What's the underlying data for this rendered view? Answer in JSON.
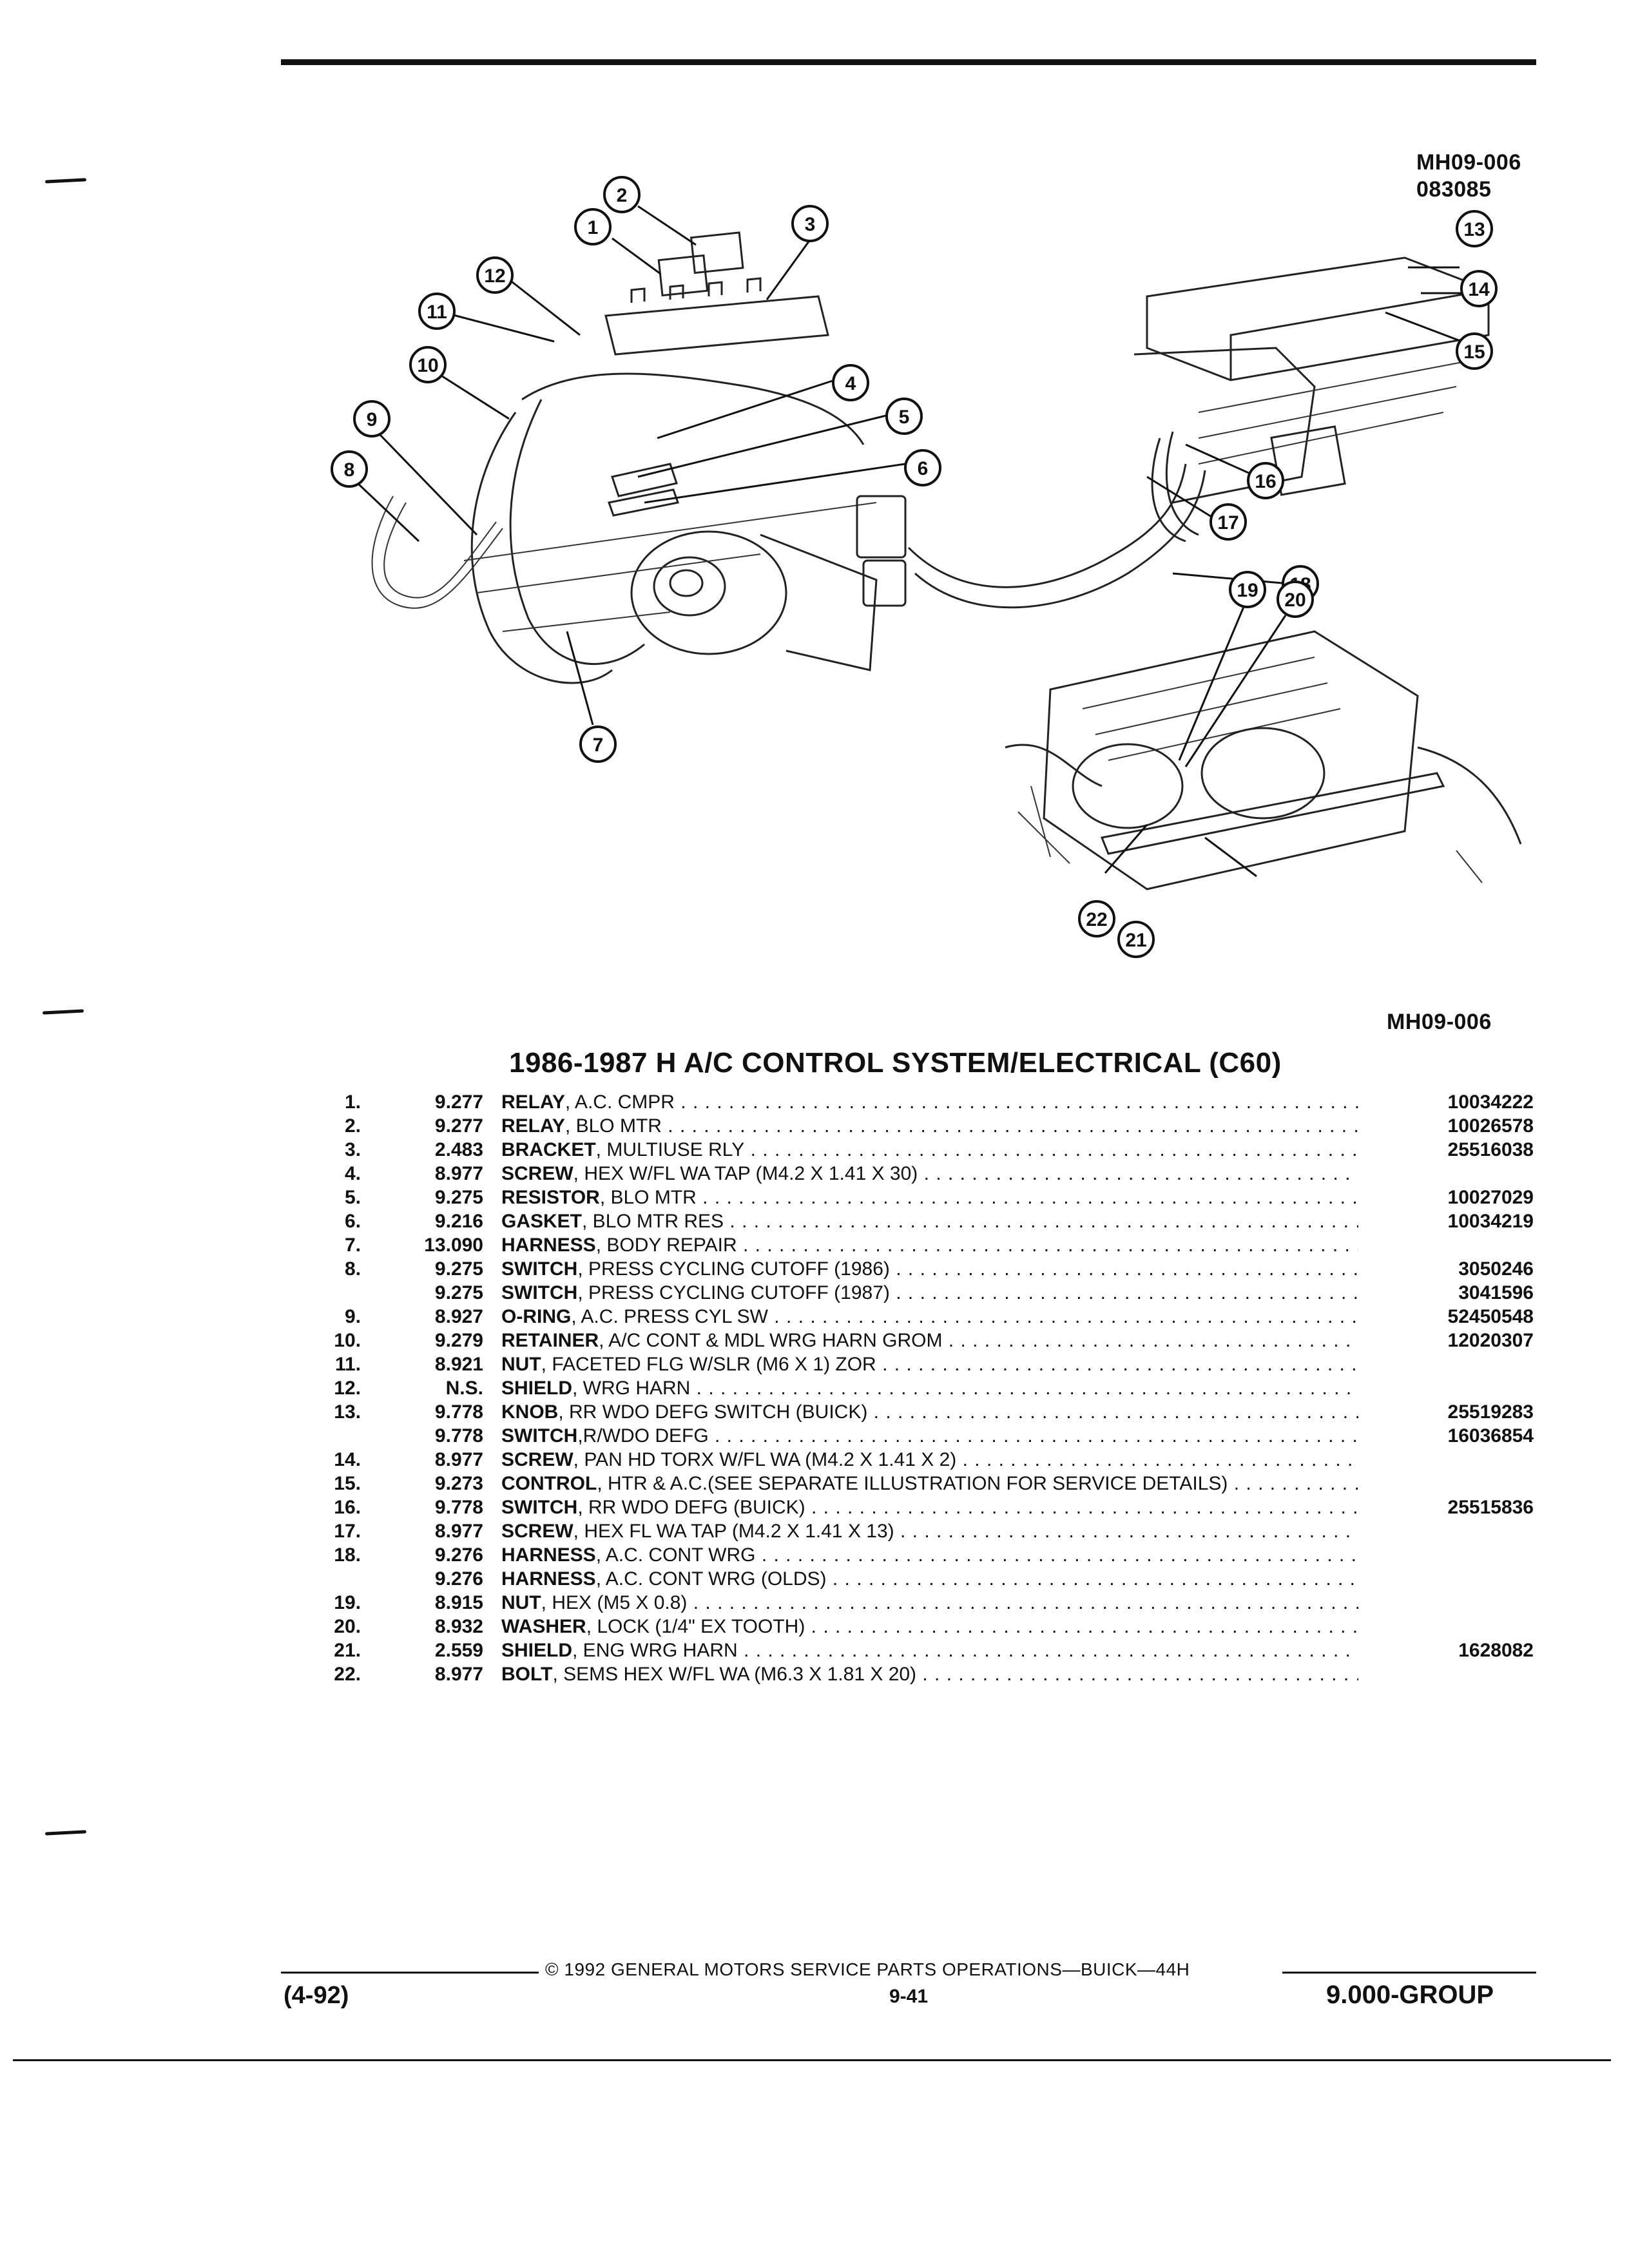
{
  "figure": {
    "code_top": "MH09-006",
    "date_code": "083085",
    "code_bottom": "MH09-006",
    "callouts": [
      "1",
      "2",
      "3",
      "4",
      "5",
      "6",
      "7",
      "8",
      "9",
      "10",
      "11",
      "12",
      "13",
      "14",
      "15",
      "16",
      "17",
      "18",
      "19",
      "20",
      "21",
      "22"
    ]
  },
  "section": {
    "title": "1986-1987 H A/C CONTROL SYSTEM/ELECTRICAL (C60)"
  },
  "parts": [
    {
      "ref": "1.",
      "group": "9.277",
      "noun": "RELAY",
      "desc": ", A.C. CMPR",
      "part_no": "10034222"
    },
    {
      "ref": "2.",
      "group": "9.277",
      "noun": "RELAY",
      "desc": ", BLO MTR",
      "part_no": "10026578"
    },
    {
      "ref": "3.",
      "group": "2.483",
      "noun": "BRACKET",
      "desc": ", MULTIUSE RLY",
      "part_no": "25516038"
    },
    {
      "ref": "4.",
      "group": "8.977",
      "noun": "SCREW",
      "desc": ", HEX W/FL WA TAP (M4.2 X 1.41 X 30)",
      "part_no": ""
    },
    {
      "ref": "5.",
      "group": "9.275",
      "noun": "RESISTOR",
      "desc": ", BLO MTR",
      "part_no": "10027029"
    },
    {
      "ref": "6.",
      "group": "9.216",
      "noun": "GASKET",
      "desc": ", BLO MTR RES",
      "part_no": "10034219"
    },
    {
      "ref": "7.",
      "group": "13.090",
      "noun": "HARNESS",
      "desc": ", BODY REPAIR",
      "part_no": ""
    },
    {
      "ref": "8.",
      "group": "9.275",
      "noun": "SWITCH",
      "desc": ", PRESS CYCLING CUTOFF (1986)",
      "part_no": "3050246"
    },
    {
      "ref": "",
      "group": "9.275",
      "noun": "SWITCH",
      "desc": ", PRESS CYCLING CUTOFF (1987)",
      "part_no": "3041596"
    },
    {
      "ref": "9.",
      "group": "8.927",
      "noun": "O-RING",
      "desc": ", A.C. PRESS CYL SW",
      "part_no": "52450548"
    },
    {
      "ref": "10.",
      "group": "9.279",
      "noun": "RETAINER",
      "desc": ", A/C CONT & MDL WRG HARN GROM",
      "part_no": "12020307"
    },
    {
      "ref": "11.",
      "group": "8.921",
      "noun": "NUT",
      "desc": ", FACETED FLG W/SLR (M6 X 1) ZOR",
      "part_no": ""
    },
    {
      "ref": "12.",
      "group": "N.S.",
      "noun": "SHIELD",
      "desc": ", WRG HARN",
      "part_no": ""
    },
    {
      "ref": "13.",
      "group": "9.778",
      "noun": "KNOB",
      "desc": ", RR WDO DEFG SWITCH (BUICK)",
      "part_no": "25519283"
    },
    {
      "ref": "",
      "group": "9.778",
      "noun": "SWITCH",
      "desc": ",R/WDO DEFG",
      "part_no": "16036854"
    },
    {
      "ref": "14.",
      "group": "8.977",
      "noun": "SCREW",
      "desc": ", PAN HD TORX W/FL WA (M4.2 X 1.41 X 2)",
      "part_no": ""
    },
    {
      "ref": "15.",
      "group": "9.273",
      "noun": "CONTROL",
      "desc": ", HTR & A.C.(SEE SEPARATE ILLUSTRATION FOR SERVICE DETAILS)",
      "part_no": ""
    },
    {
      "ref": "16.",
      "group": "9.778",
      "noun": "SWITCH",
      "desc": ", RR WDO DEFG (BUICK)",
      "part_no": "25515836"
    },
    {
      "ref": "17.",
      "group": "8.977",
      "noun": "SCREW",
      "desc": ", HEX FL WA TAP (M4.2 X 1.41 X 13)",
      "part_no": ""
    },
    {
      "ref": "18.",
      "group": "9.276",
      "noun": "HARNESS",
      "desc": ", A.C. CONT WRG",
      "part_no": ""
    },
    {
      "ref": "",
      "group": "9.276",
      "noun": "HARNESS",
      "desc": ", A.C. CONT WRG (OLDS)",
      "part_no": ""
    },
    {
      "ref": "19.",
      "group": "8.915",
      "noun": "NUT",
      "desc": ", HEX (M5 X 0.8)",
      "part_no": ""
    },
    {
      "ref": "20.",
      "group": "8.932",
      "noun": "WASHER",
      "desc": ", LOCK (1/4\" EX TOOTH)",
      "part_no": ""
    },
    {
      "ref": "21.",
      "group": "2.559",
      "noun": "SHIELD",
      "desc": ", ENG WRG HARN",
      "part_no": "1628082"
    },
    {
      "ref": "22.",
      "group": "8.977",
      "noun": "BOLT",
      "desc": ", SEMS HEX W/FL WA (M6.3 X 1.81 X 20)",
      "part_no": ""
    }
  ],
  "footer": {
    "copyright": "© 1992 GENERAL MOTORS SERVICE PARTS OPERATIONS—BUICK—44H",
    "date": "(4-92)",
    "page": "9-41",
    "group": "9.000-GROUP"
  }
}
